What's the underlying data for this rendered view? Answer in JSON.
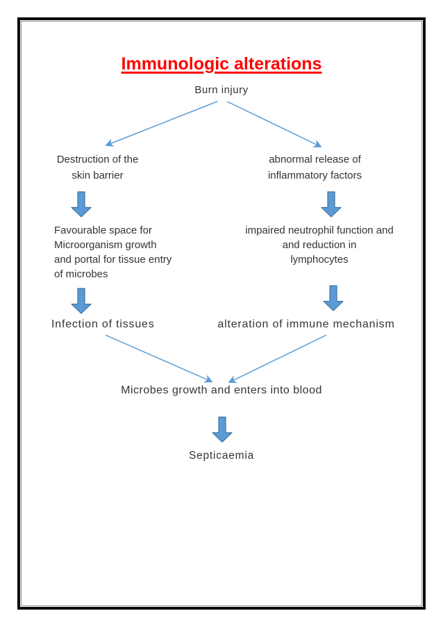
{
  "document": {
    "title": "Immunologic alterations"
  },
  "colors": {
    "title": "#FF0000",
    "text": "#333333",
    "connector": "#5B9BD5",
    "arrow_fill": "#5B9BD5",
    "arrow_stroke": "#41719C",
    "page_border": "#0A0A0A",
    "inner_border": "#909090"
  },
  "nodes": {
    "burn_injury": "Burn injury",
    "destruction": "Destruction of the\nskin barrier",
    "abnormal_release": "abnormal release of\ninflammatory factors",
    "favourable_space": "Favourable space for\nMicroorganism growth\nand portal for tissue entry\nof microbes",
    "impaired_neutrophil": "impaired neutrophil function and\nand reduction in\nlymphocytes",
    "infection": "Infection of tissues",
    "alteration": "alteration of immune mechanism",
    "microbes_growth": "Microbes growth and enters into blood",
    "septicaemia": "Septicaemia"
  },
  "edges": [
    {
      "from": "burn_injury",
      "to": "destruction"
    },
    {
      "from": "burn_injury",
      "to": "abnormal_release"
    },
    {
      "from": "destruction",
      "to": "favourable_space"
    },
    {
      "from": "abnormal_release",
      "to": "impaired_neutrophil"
    },
    {
      "from": "favourable_space",
      "to": "infection"
    },
    {
      "from": "impaired_neutrophil",
      "to": "alteration"
    },
    {
      "from": "infection",
      "to": "microbes_growth"
    },
    {
      "from": "alteration",
      "to": "microbes_growth"
    },
    {
      "from": "microbes_growth",
      "to": "septicaemia"
    }
  ]
}
